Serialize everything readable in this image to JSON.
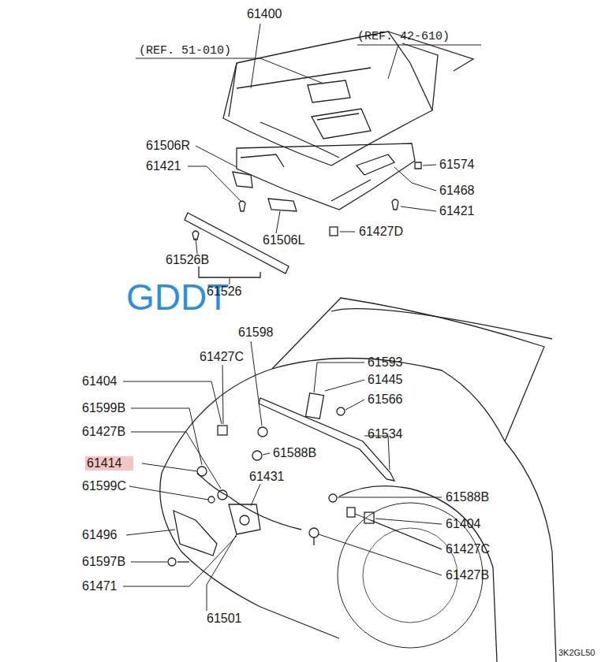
{
  "diagram": {
    "labels": [
      "61400",
      "(REF. 51-010)",
      "(REF. 42-610)",
      "61506R",
      "61421",
      "61574",
      "61468",
      "61421",
      "61427D",
      "61506L",
      "61526B",
      "GDDT",
      "61526",
      "61598",
      "61427C",
      "61593",
      "61404",
      "61445",
      "61599B",
      "61566",
      "61427B",
      "61534",
      "61588B",
      "61414",
      "61599C",
      "61431",
      "61588B",
      "61404",
      "61496",
      "61427C",
      "61597B",
      "61427B",
      "61471",
      "61501",
      "3K2GL50"
    ]
  }
}
